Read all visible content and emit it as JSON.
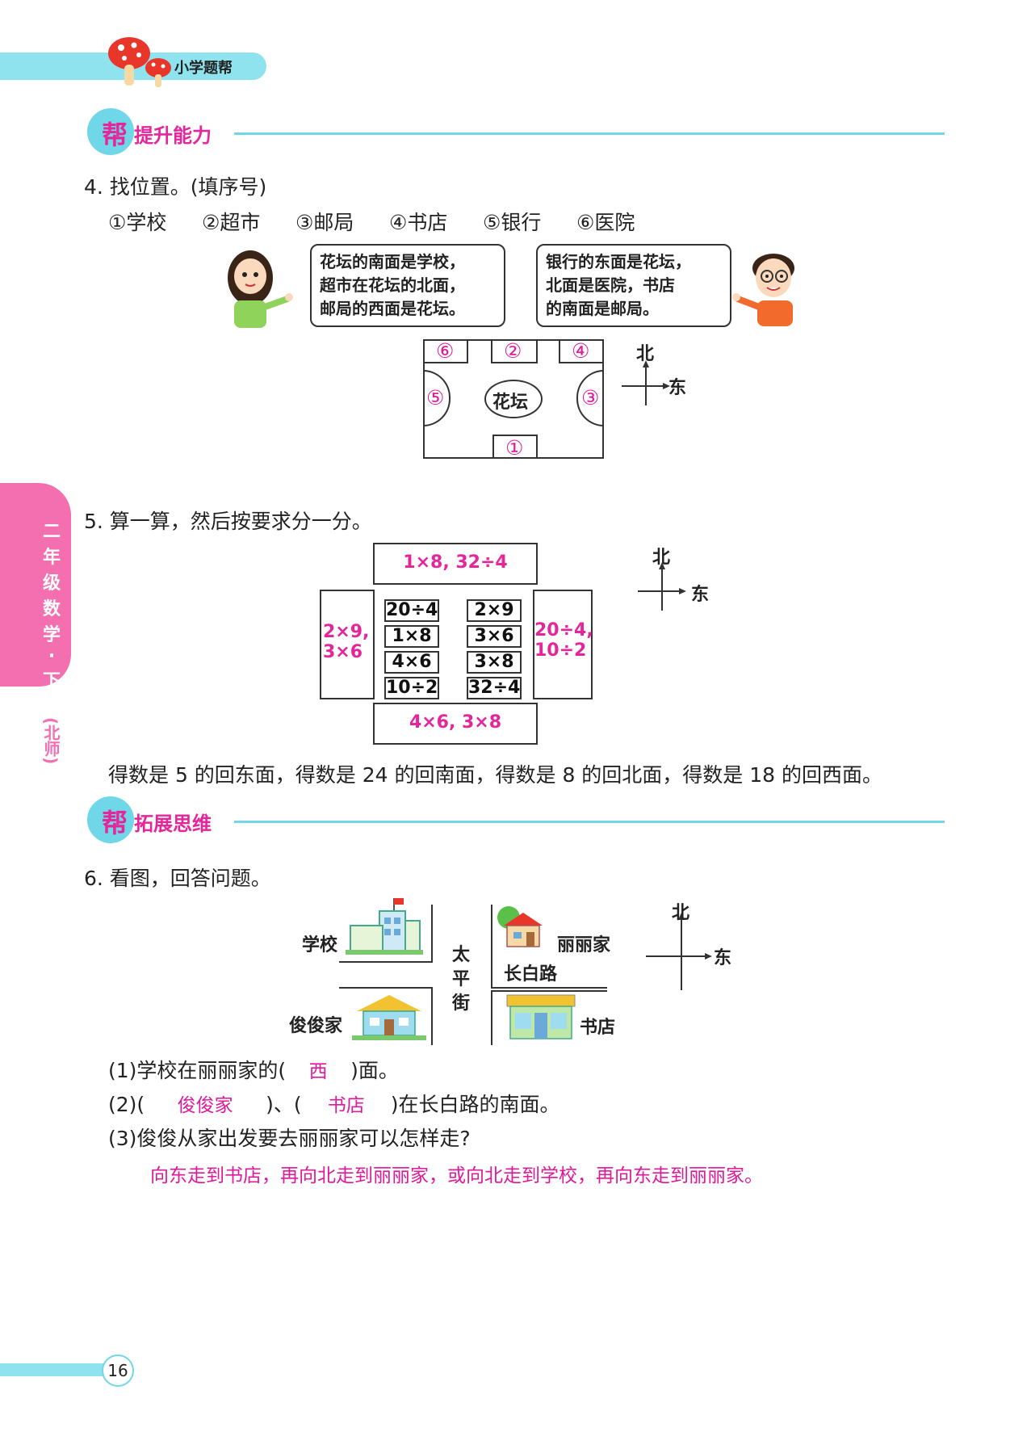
{
  "header": {
    "brand": "小学题帮"
  },
  "section1": {
    "bang": "帮",
    "title": "提升能力"
  },
  "q4": {
    "title": "4. 找位置。(填序号)",
    "options": [
      "①学校",
      "②超市",
      "③邮局",
      "④书店",
      "⑤银行",
      "⑥医院"
    ],
    "girl_speech": [
      "花坛的南面是学校，",
      "超市在花坛的北面，",
      "邮局的西面是花坛。"
    ],
    "boy_speech": [
      "银行的东面是花坛，",
      "北面是医院，书店",
      "的南面是邮局。"
    ],
    "map": {
      "center": "花坛",
      "top_left": "⑥",
      "top_mid": "②",
      "top_right": "④",
      "left": "⑤",
      "right": "③",
      "bottom": "①"
    },
    "compass": {
      "north": "北",
      "east": "东"
    }
  },
  "q5": {
    "title": "5. 算一算，然后按要求分一分。",
    "north_box": "1×8, 32÷4",
    "west_box": [
      "2×9,",
      "3×6"
    ],
    "east_box": [
      "20÷4,",
      "10÷2"
    ],
    "south_box": "4×6, 3×8",
    "left_cards": [
      "20÷4",
      "1×8",
      "4×6",
      "10÷2"
    ],
    "right_cards": [
      "2×9",
      "3×6",
      "3×8",
      "32÷4"
    ],
    "compass": {
      "north": "北",
      "east": "东"
    },
    "instruction": "得数是 5 的回东面，得数是 24 的回南面，得数是 8 的回北面，得数是 18 的回西面。"
  },
  "section2": {
    "bang": "帮",
    "title": "拓展思维"
  },
  "q6": {
    "title": "6. 看图，回答问题。",
    "labels": {
      "school": "学校",
      "lili": "丽丽家",
      "junjun": "俊俊家",
      "bookstore": "书店",
      "street": [
        "太",
        "平",
        "街"
      ],
      "road": "长白路"
    },
    "compass": {
      "north": "北",
      "east": "东"
    },
    "q1_prefix": "(1)学校在丽丽家的(",
    "q1_answer": "西",
    "q1_suffix": ")面。",
    "q2_prefix": "(2)(",
    "q2_answer1": "俊俊家",
    "q2_mid": ")、(",
    "q2_answer2": "书店",
    "q2_suffix": ")在长白路的南面。",
    "q3": "(3)俊俊从家出发要去丽丽家可以怎样走?",
    "q3_answer": "向东走到书店，再向北走到丽丽家，或向北走到学校，再向东走到丽丽家。"
  },
  "side_tab": {
    "chars": [
      "二",
      "年",
      "级",
      "数",
      "学",
      "·",
      "下"
    ],
    "edition": "(北师)"
  },
  "page_number": "16",
  "colors": {
    "accent_pink": "#e6259b",
    "accent_cyan": "#6fd7e8",
    "side_tab": "#f46fb0"
  }
}
